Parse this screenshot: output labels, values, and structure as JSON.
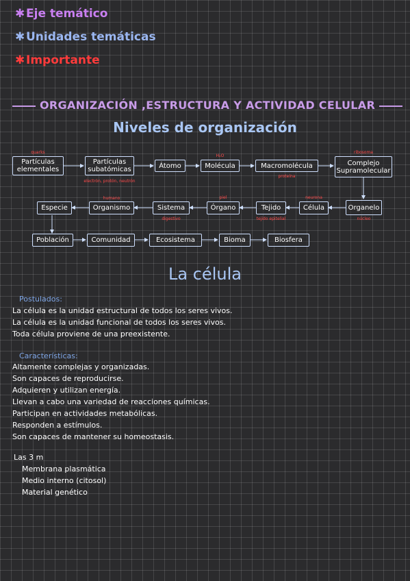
{
  "legend": [
    {
      "star": "✱",
      "label": "Eje temático",
      "color": "#c97ff1"
    },
    {
      "star": "✱",
      "label": "Unidades temáticas",
      "color": "#9ab6f0"
    },
    {
      "star": "✱",
      "label": "Importante",
      "color": "#ff3b3b"
    }
  ],
  "main_title": "ORGANIZACIÓN ,ESTRUCTURA Y ACTIVIDAD CELULAR",
  "subtitle": "Niveles de organización",
  "levels": {
    "particulas_elementales": "Partículas elementales",
    "particulas_subatomicas": "Partículas subatómicas",
    "atomo": "Átomo",
    "molecula": "Molécula",
    "macromolecula": "Macromolécula",
    "complejo": "Complejo Supramolecular",
    "organelo": "Organelo",
    "celula": "Célula",
    "tejido": "Tejido",
    "organo": "Órgano",
    "sistema": "Sistema",
    "organismo": "Organismo",
    "especie": "Especie",
    "poblacion": "Población",
    "comunidad": "Comunidad",
    "ecosistema": "Ecosistema",
    "bioma": "Bioma",
    "biosfera": "Biosfera"
  },
  "annotations": {
    "particulas_elementales": "quarks",
    "particulas_subatomicas": "electrón, protón, neutrón",
    "molecula": "H₂O",
    "macromolecula": "proteína",
    "complejo": "ribosoma",
    "organelo": "núcleo",
    "celula": "neurona",
    "tejido": "tejido epitelial",
    "organo": "piel",
    "sistema": "digestivo",
    "organismo": "humano"
  },
  "cell_title": "La célula",
  "postulados": {
    "heading": "Postulados:",
    "items": [
      "La célula es la unidad estructural de todos los seres vivos.",
      "La célula es la unidad funcional de todos los seres vivos.",
      "Toda célula proviene de una preexistente."
    ]
  },
  "caracteristicas": {
    "heading": "Características:",
    "items": [
      "Altamente complejas y organizadas.",
      "Son capaces de reproducirse.",
      "Adquieren y utilizan energía.",
      "Llevan a cabo una variedad de reacciones químicas.",
      "Participan en actividades metabólicas.",
      "Responden a estímulos.",
      "Son capaces de mantener su homeostasis."
    ]
  },
  "tres_m": {
    "heading": "Las 3 m",
    "items": [
      "Membrana plasmática",
      "Medio interno (citosol)",
      "Material genético"
    ]
  }
}
